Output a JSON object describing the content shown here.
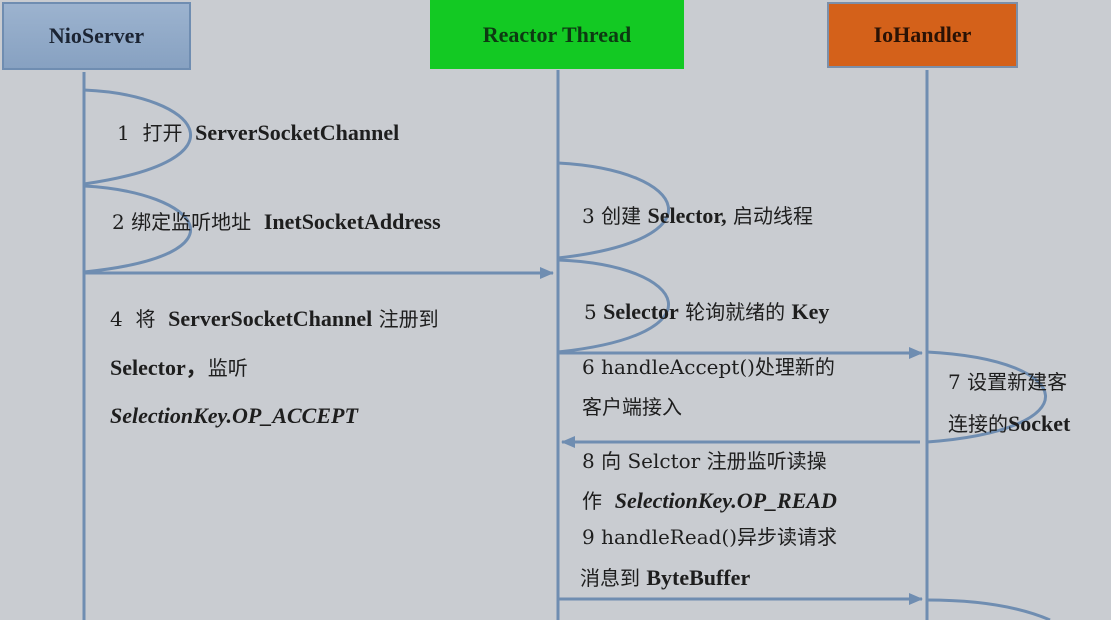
{
  "diagram": {
    "type": "sequence",
    "colors": {
      "background": "#c9ccd1",
      "lifeline": "#6f8db1",
      "nioserver_box": "#8fa8c6",
      "reactor_box": "#13c923",
      "iohandler_box": "#d4611a"
    },
    "actors": [
      {
        "id": "nio",
        "label": "NioServer"
      },
      {
        "id": "reactor",
        "label": "Reactor Thread"
      },
      {
        "id": "io",
        "label": "IoHandler"
      }
    ],
    "steps": {
      "s1": {
        "num": "1",
        "zh": "打开",
        "code": "ServerSocketChannel"
      },
      "s2": {
        "num": "2",
        "zh": "绑定监听地址",
        "code": "InetSocketAddress"
      },
      "s3": {
        "num": "3",
        "zh": "创建",
        "code": "Selector,",
        "zh2": "启动线程"
      },
      "s4": {
        "num": "4",
        "zh": "将",
        "code": "ServerSocketChannel",
        "zh2": "注册到",
        "line2_code": "Selector，",
        "line2_zh": "监听",
        "line3_code": "SelectionKey.OP_ACCEPT"
      },
      "s5": {
        "num": "5",
        "code": "Selector",
        "zh": "轮询就绪的",
        "code2": "Key"
      },
      "s6": {
        "line1": "6 handleAccept()处理新的",
        "line2": "客户端接入"
      },
      "s7": {
        "num": "7",
        "zh": "设置新建客",
        "line2_zh": "连接的",
        "line2_code": "Socket"
      },
      "s8": {
        "line1": "8 向 Selctor 注册监听读操",
        "line2_zh": "作",
        "line2_code": "SelectionKey.OP_READ"
      },
      "s9": {
        "line1": "9 handleRead()异步读请求",
        "line2_zh": "消息到",
        "line2_code": "ByteBuffer"
      }
    }
  }
}
